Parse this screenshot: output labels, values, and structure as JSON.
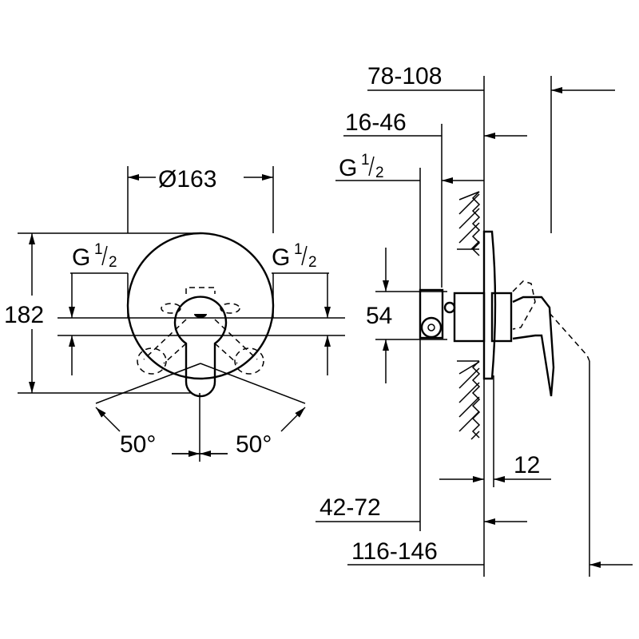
{
  "front_view": {
    "diameter": "Ø163",
    "height": "182",
    "thread_left": {
      "main": "G",
      "num": "1",
      "den": "2"
    },
    "thread_right": {
      "main": "G",
      "num": "1",
      "den": "2"
    },
    "angle_left": "50°",
    "angle_right": "50°"
  },
  "side_view": {
    "dim_total_depth": "78-108",
    "dim_inner": "16-46",
    "thread": {
      "main": "G",
      "num": "1",
      "den": "2"
    },
    "dim_height": "54",
    "dim_plate": "12",
    "dim_body": "42-72",
    "dim_overall": "116-146"
  },
  "colors": {
    "line": "#000000",
    "background": "#ffffff"
  }
}
